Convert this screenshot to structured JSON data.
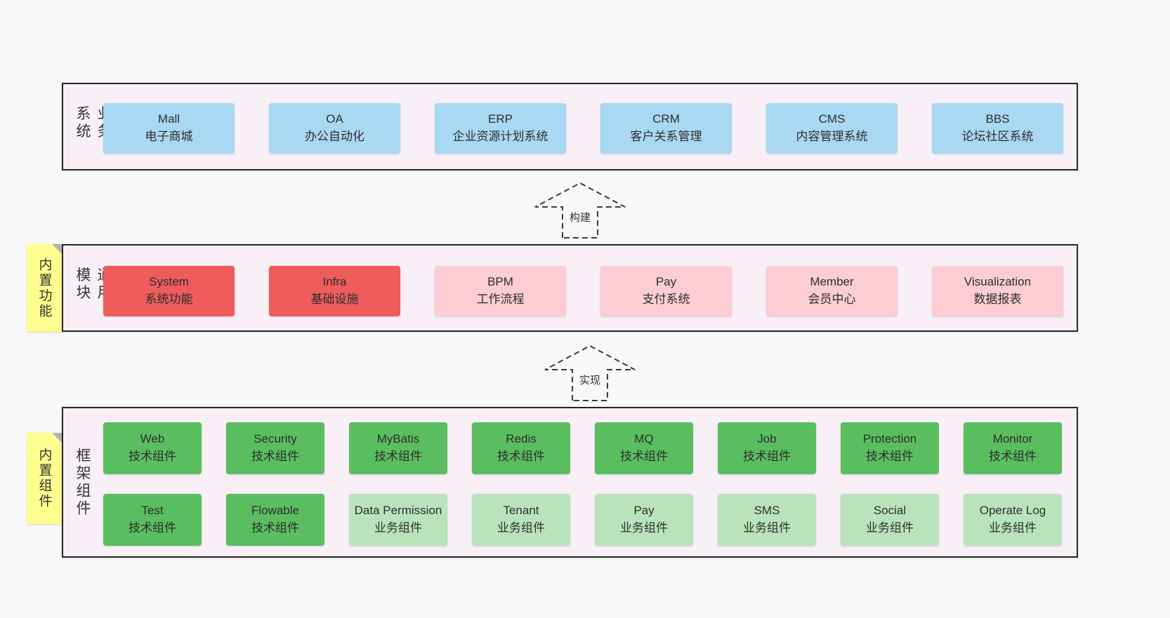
{
  "palette": {
    "page_bg": "#f8f8f8",
    "panel_bg": "#f9eff7",
    "panel_border": "#262626",
    "blue": "#a9d8f3",
    "red": "#ee5c5c",
    "pink": "#fccdd3",
    "green": "#5abe60",
    "light_green": "#b9e4bb",
    "yellow": "#feff8f",
    "text": "#333333"
  },
  "sections": [
    {
      "side_label": "业务系统",
      "items": [
        {
          "title": "Mall",
          "subtitle": "电子商城"
        },
        {
          "title": "OA",
          "subtitle": "办公自动化"
        },
        {
          "title": "ERP",
          "subtitle": "企业资源计划系统"
        },
        {
          "title": "CRM",
          "subtitle": "客户关系管理"
        },
        {
          "title": "CMS",
          "subtitle": "内容管理系统"
        },
        {
          "title": "BBS",
          "subtitle": "论坛社区系统"
        }
      ]
    },
    {
      "side_label": "通用模块",
      "note": "内置功能",
      "items": [
        {
          "title": "System",
          "subtitle": "系统功能"
        },
        {
          "title": "Infra",
          "subtitle": "基础设施"
        },
        {
          "title": "BPM",
          "subtitle": "工作流程"
        },
        {
          "title": "Pay",
          "subtitle": "支付系统"
        },
        {
          "title": "Member",
          "subtitle": "会员中心"
        },
        {
          "title": "Visualization",
          "subtitle": "数据报表"
        }
      ]
    },
    {
      "side_label": "框架组件",
      "note": "内置组件",
      "rows": [
        [
          {
            "title": "Web",
            "subtitle": "技术组件"
          },
          {
            "title": "Security",
            "subtitle": "技术组件"
          },
          {
            "title": "MyBatis",
            "subtitle": "技术组件"
          },
          {
            "title": "Redis",
            "subtitle": "技术组件"
          },
          {
            "title": "MQ",
            "subtitle": "技术组件"
          },
          {
            "title": "Job",
            "subtitle": "技术组件"
          },
          {
            "title": "Protection",
            "subtitle": "技术组件"
          },
          {
            "title": "Monitor",
            "subtitle": "技术组件"
          }
        ],
        [
          {
            "title": "Test",
            "subtitle": "技术组件"
          },
          {
            "title": "Flowable",
            "subtitle": "技术组件"
          },
          {
            "title": "Data Permission",
            "subtitle": "业务组件"
          },
          {
            "title": "Tenant",
            "subtitle": "业务组件"
          },
          {
            "title": "Pay",
            "subtitle": "业务组件"
          },
          {
            "title": "SMS",
            "subtitle": "业务组件"
          },
          {
            "title": "Social",
            "subtitle": "业务组件"
          },
          {
            "title": "Operate Log",
            "subtitle": "业务组件"
          }
        ]
      ]
    }
  ],
  "arrows": [
    {
      "label": "构建"
    },
    {
      "label": "实现"
    }
  ]
}
